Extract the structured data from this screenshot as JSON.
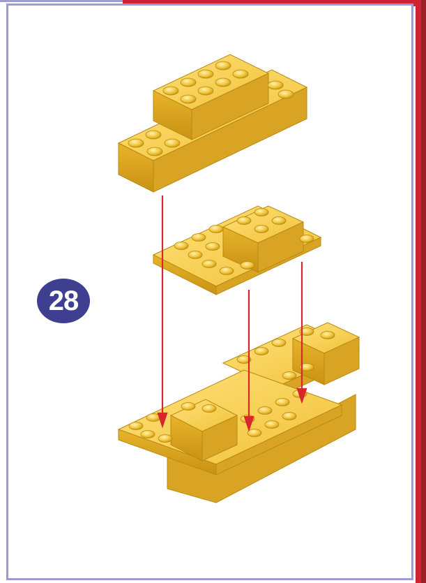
{
  "step": {
    "number": "28"
  },
  "colors": {
    "accent_red": "#cf2333",
    "frame_border": "#9c9cd0",
    "badge_fill": "#3f3f91",
    "brick_yellow": "#f0c238",
    "arrow_red": "#d8262d"
  },
  "illustration": {
    "description_icon": "brick-assembly-diagram",
    "parts": [
      "top-brick-assembly",
      "middle-plate-assembly",
      "base-assembly"
    ],
    "arrow_count": 3
  }
}
